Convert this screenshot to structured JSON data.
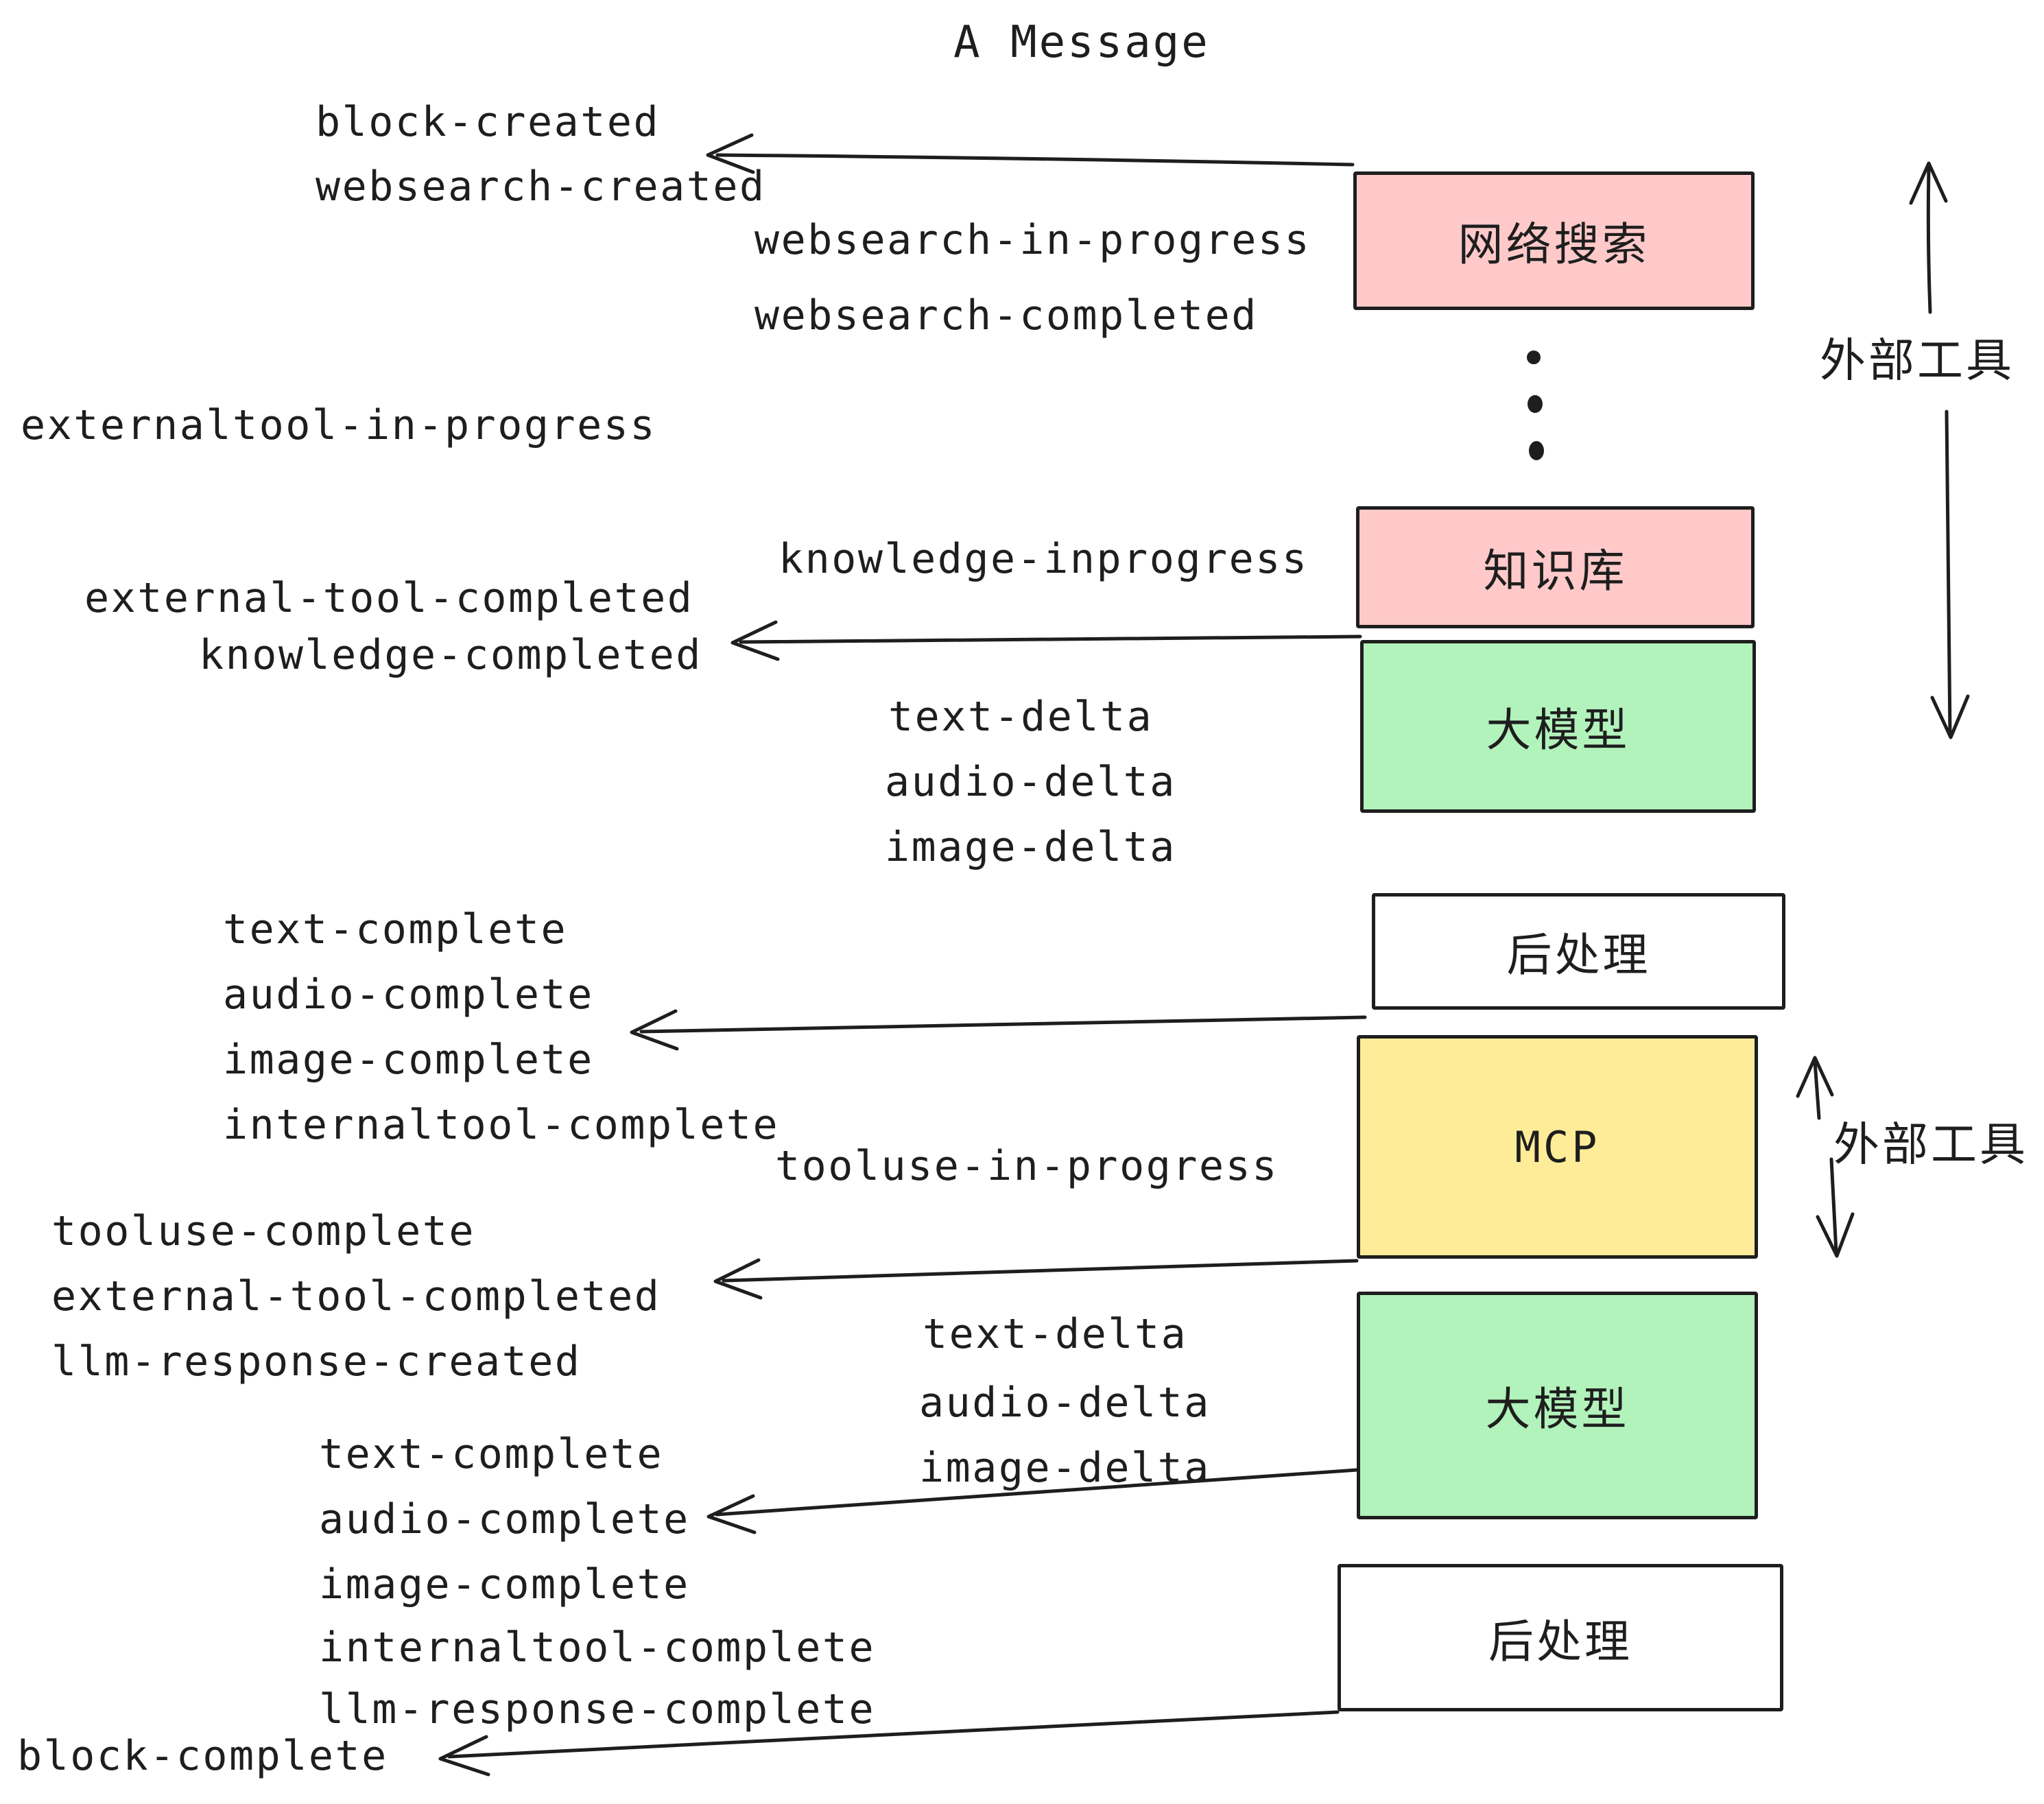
{
  "title": "A Message",
  "colors": {
    "stroke": "#1e1e1e",
    "pink": "#ffc9c9",
    "green": "#b2f2bb",
    "yellow": "#ffec99",
    "white": "#ffffff"
  },
  "boxes": {
    "websearch": "网络搜索",
    "knowledge": "知识库",
    "llm1": "大模型",
    "post1": "后处理",
    "mcp": "MCP",
    "llm2": "大模型",
    "post2": "后处理"
  },
  "annotations": {
    "external_tools_top": "外部工具",
    "external_tools_mcp": "外部工具"
  },
  "events": {
    "block_created": "block-created",
    "websearch_created": "websearch-created",
    "websearch_in_progress": "websearch-in-progress",
    "websearch_completed": "websearch-completed",
    "externaltool_in_progress": "externaltool-in-progress",
    "knowledge_inprogress": "knowledge-inprogress",
    "external_tool_completed_1": "external-tool-completed",
    "knowledge_completed": "knowledge-completed",
    "text_delta_1": "text-delta",
    "audio_delta_1": "audio-delta",
    "image_delta_1": "image-delta",
    "text_complete_1": "text-complete",
    "audio_complete_1": "audio-complete",
    "image_complete_1": "image-complete",
    "internaltool_complete_1": "internaltool-complete",
    "tooluse_in_progress": "tooluse-in-progress",
    "tooluse_complete": "tooluse-complete",
    "external_tool_completed_2": "external-tool-completed",
    "llm_response_created": "llm-response-created",
    "text_complete_2": "text-complete",
    "audio_complete_2": "audio-complete",
    "image_complete_2": "image-complete",
    "internaltool_complete_2": "internaltool-complete",
    "llm_response_complete": "llm-response-complete",
    "block_complete": "block-complete"
  }
}
